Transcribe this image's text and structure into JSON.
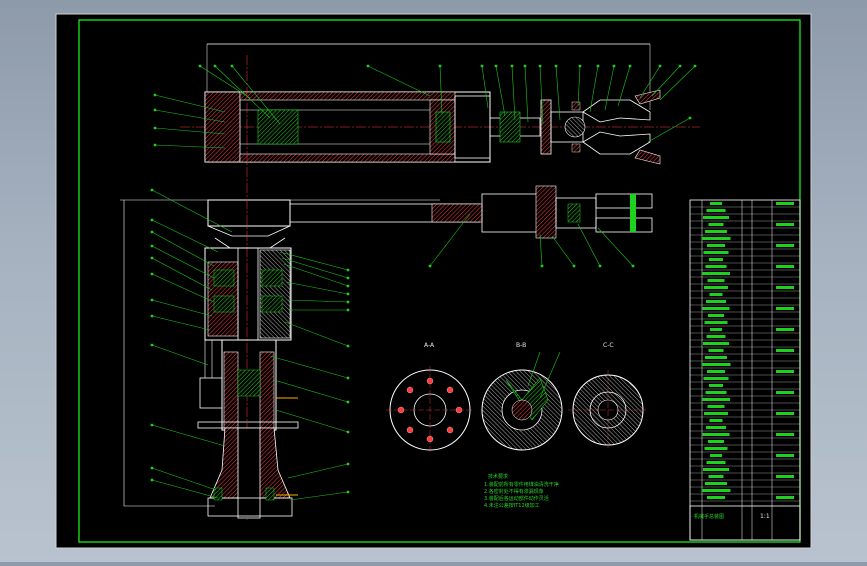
{
  "drawing": {
    "section_labels": [
      "A-A",
      "B-B",
      "C-C"
    ],
    "notes_title": "技术要求",
    "notes": [
      "1.装配前所有零件用煤油清洗干净",
      "2.各密封处不得有渗漏现象",
      "3.装配后各运动部件动作灵活",
      "4.未注公差按IT12级加工"
    ],
    "title_block": {
      "title": "机械手总装图",
      "scale": "1:1"
    }
  },
  "colors": {
    "background": "#000000",
    "frame": "#19ff19",
    "outline": "#ffffff",
    "hatch": "#ff3b3b",
    "leader": "#19c819",
    "dimension": "#ffffff"
  }
}
